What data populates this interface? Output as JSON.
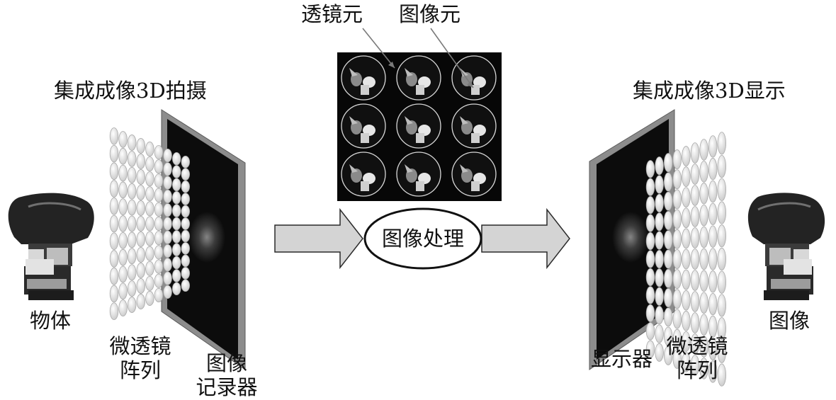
{
  "labels": {
    "lens_element": "透镜元",
    "image_element": "图像元",
    "capture_title": "集成成像3D拍摄",
    "display_title": "集成成像3D显示",
    "object": "物体",
    "microlens_array_left_l1": "微透镜",
    "microlens_array_left_l2": "阵列",
    "image_recorder_l1": "图像",
    "image_recorder_l2": "记录器",
    "image_processing": "图像处理",
    "display_device": "显示器",
    "microlens_array_right_l1": "微透镜",
    "microlens_array_right_l2": "阵列",
    "reconstructed_image": "图像"
  },
  "colors": {
    "arrow_fill": "#d4d4d4",
    "lens_fill": "#f3f3f3",
    "frame_fill": "#8c8c8c",
    "screen_fill": "#0c0c0c"
  }
}
